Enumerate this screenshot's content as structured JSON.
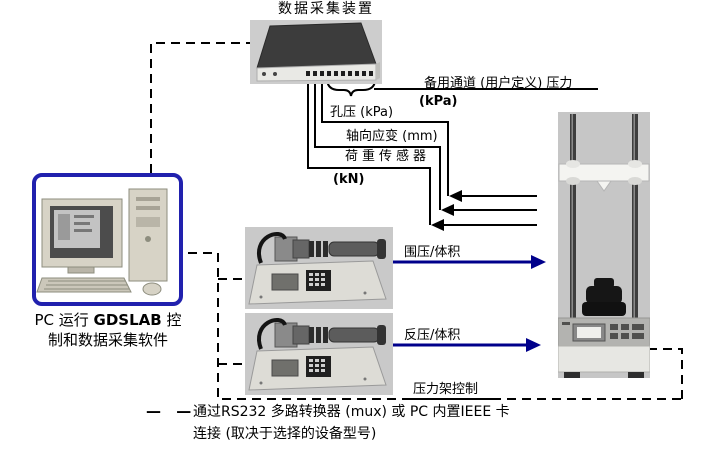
{
  "diagram": {
    "daq_title": "数据采集装置",
    "backup_channel": "备用通道 (用户定义) 压力",
    "backup_unit": "(kPa)",
    "pore_pressure": "孔压 (kPa)",
    "axial_strain": "轴向应变 (mm)",
    "load_cell": "荷重传感器",
    "load_cell_unit": "(kN)",
    "cell_pressure": "围压/体积",
    "back_pressure": "反压/体积",
    "frame_control": "压力架控制"
  },
  "pc": {
    "caption_prefix": "PC 运行 ",
    "caption_bold": "GDSLAB",
    "caption_suffix": " 控",
    "caption_line2": "制和数据采集软件"
  },
  "legend": {
    "marker": "— —",
    "line1": "通过RS232 多路转换器 (mux) 或 PC 内置IEEE 卡",
    "line2": "连接 (取决于选择的设备型号)"
  },
  "colors": {
    "accent_blue": "#00008B",
    "pc_border": "#2121ae",
    "line_black": "#000000"
  }
}
